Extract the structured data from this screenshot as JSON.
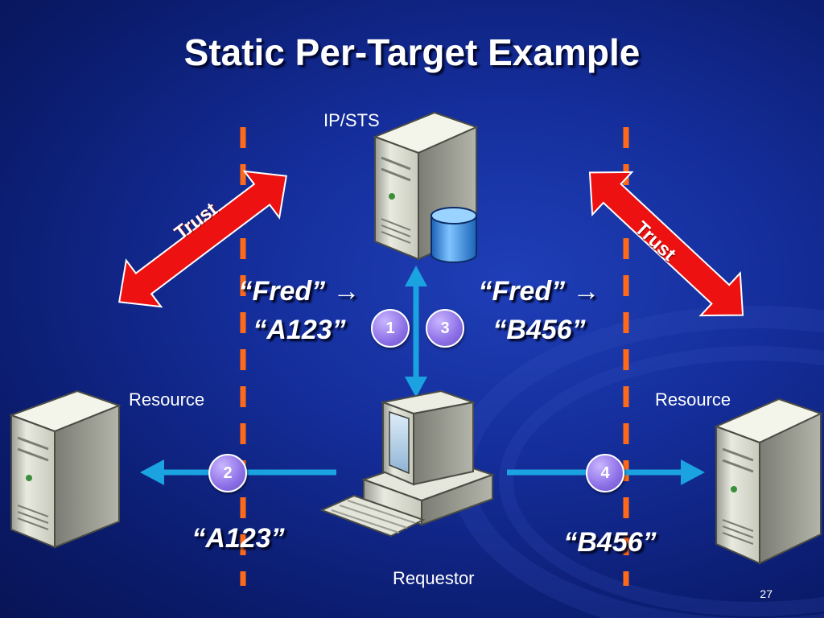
{
  "slide": {
    "title": "Static Per-Target Example",
    "page_number": "27"
  },
  "nodes": {
    "ip_sts": "IP/STS",
    "resource_left": "Resource",
    "resource_right": "Resource",
    "requestor": "Requestor"
  },
  "trust": {
    "left_label": "Trust",
    "right_label": "Trust"
  },
  "mappings": {
    "left_line1": "“Fred” →",
    "left_line2": "“A123”",
    "right_line1": "“Fred” →",
    "right_line2": "“B456”",
    "bottom_left": "“A123”",
    "bottom_right": "“B456”"
  },
  "steps": [
    "1",
    "2",
    "3",
    "4"
  ],
  "colors": {
    "background": "#142d99",
    "dashed_line": "#ff6a1a",
    "trust_arrow": "#ee1111",
    "flow_arrow": "#1aa3e0",
    "badge": "#8c6fe6"
  }
}
